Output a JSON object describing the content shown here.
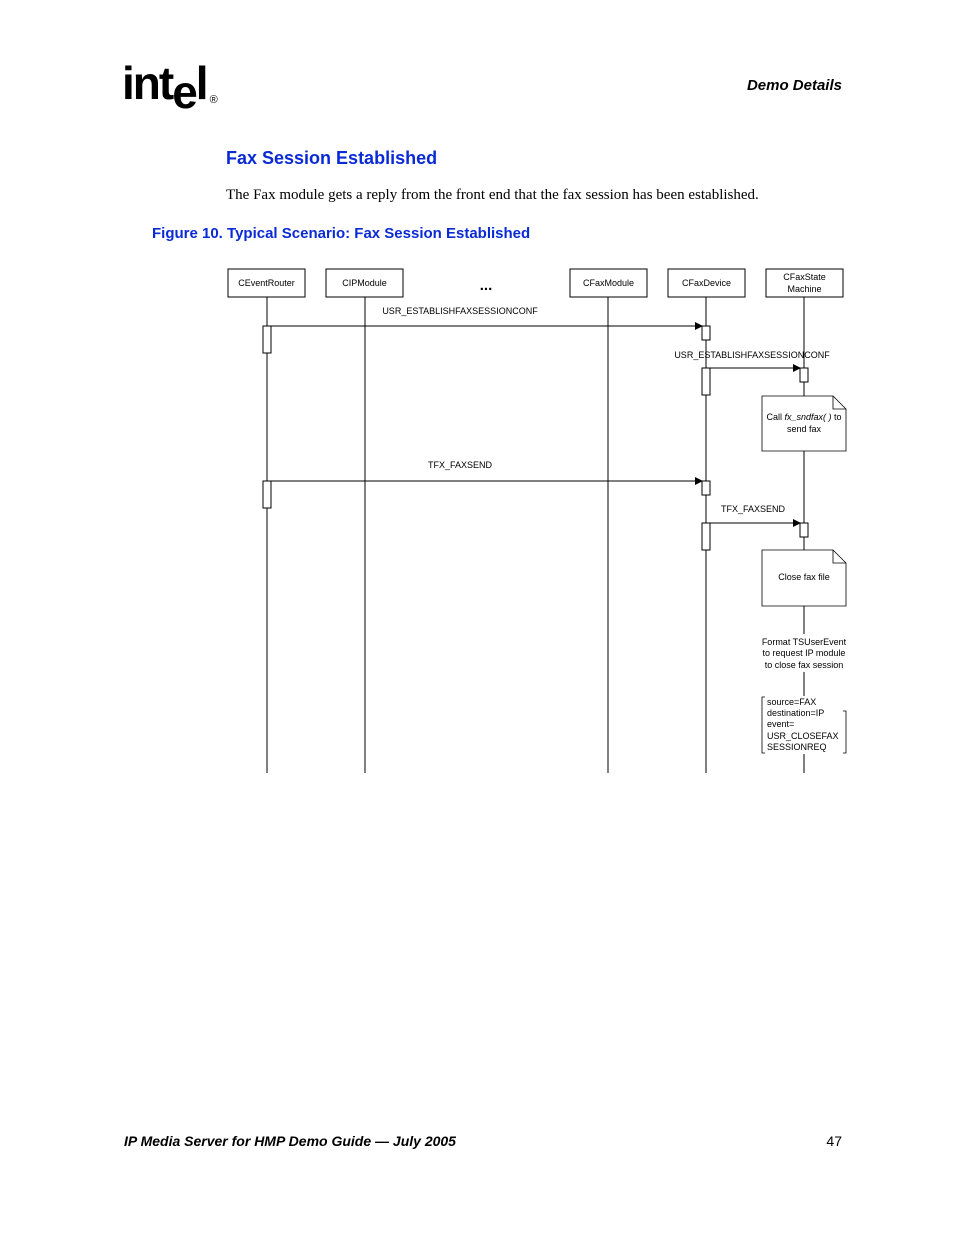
{
  "header": {
    "logo_text": "intel",
    "logo_mark": "®",
    "section": "Demo Details"
  },
  "content": {
    "title": "Fax Session Established",
    "paragraph": "The Fax module gets a reply from the front end that the fax session has been established.",
    "figure_caption": "Figure 10. Typical Scenario: Fax Session Established"
  },
  "diagram": {
    "ellipsis": "...",
    "lifelines": [
      {
        "name": "CEventRouter"
      },
      {
        "name": "CIPModule"
      },
      {
        "name": "CFaxModule"
      },
      {
        "name": "CFaxDevice"
      },
      {
        "name_line1": "CFaxState",
        "name_line2": "Machine"
      }
    ],
    "messages": [
      {
        "label": "USR_ESTABLISHFAXSESSIONCONF"
      },
      {
        "label": "USR_ESTABLISHFAXSESSIONCONF"
      },
      {
        "label": "TFX_FAXSEND"
      },
      {
        "label": "TFX_FAXSEND"
      }
    ],
    "notes": {
      "note1_pre": "Call ",
      "note1_italic": "fx_sndfax( )",
      "note1_post": " to",
      "note1_line2": "send fax",
      "note2": "Close fax file",
      "text_block": [
        "Format TSUserEvent",
        "to request IP module",
        "to close fax session"
      ],
      "bracket_lines": [
        "source=FAX",
        "destination=IP",
        "event=",
        "USR_CLOSEFAX",
        "SESSIONREQ"
      ]
    }
  },
  "footer": {
    "title": "IP Media Server for HMP Demo Guide — July 2005",
    "page": "47"
  }
}
